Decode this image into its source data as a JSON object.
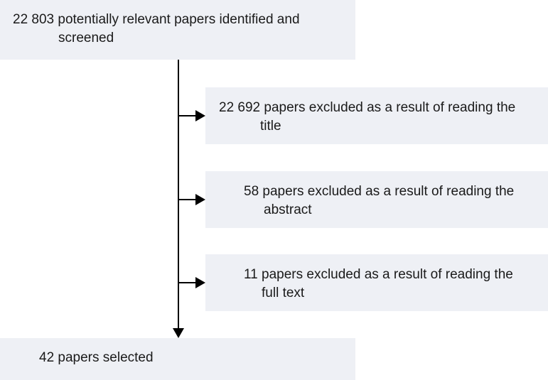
{
  "flow": {
    "start": {
      "line1": "22 803 potentially relevant papers identified and",
      "line2": "screened"
    },
    "exclusions": [
      {
        "line1": "22 692 papers excluded as a result of reading the",
        "line2": "title"
      },
      {
        "line1": "58 papers excluded as a result of reading the",
        "line2": "abstract"
      },
      {
        "line1": "11 papers excluded as a result of reading the",
        "line2": "full text"
      }
    ],
    "end": {
      "line1": "42 papers selected"
    }
  },
  "colors": {
    "box_fill": "#eef0f5",
    "line": "#000000",
    "text": "#1a1a1a"
  }
}
